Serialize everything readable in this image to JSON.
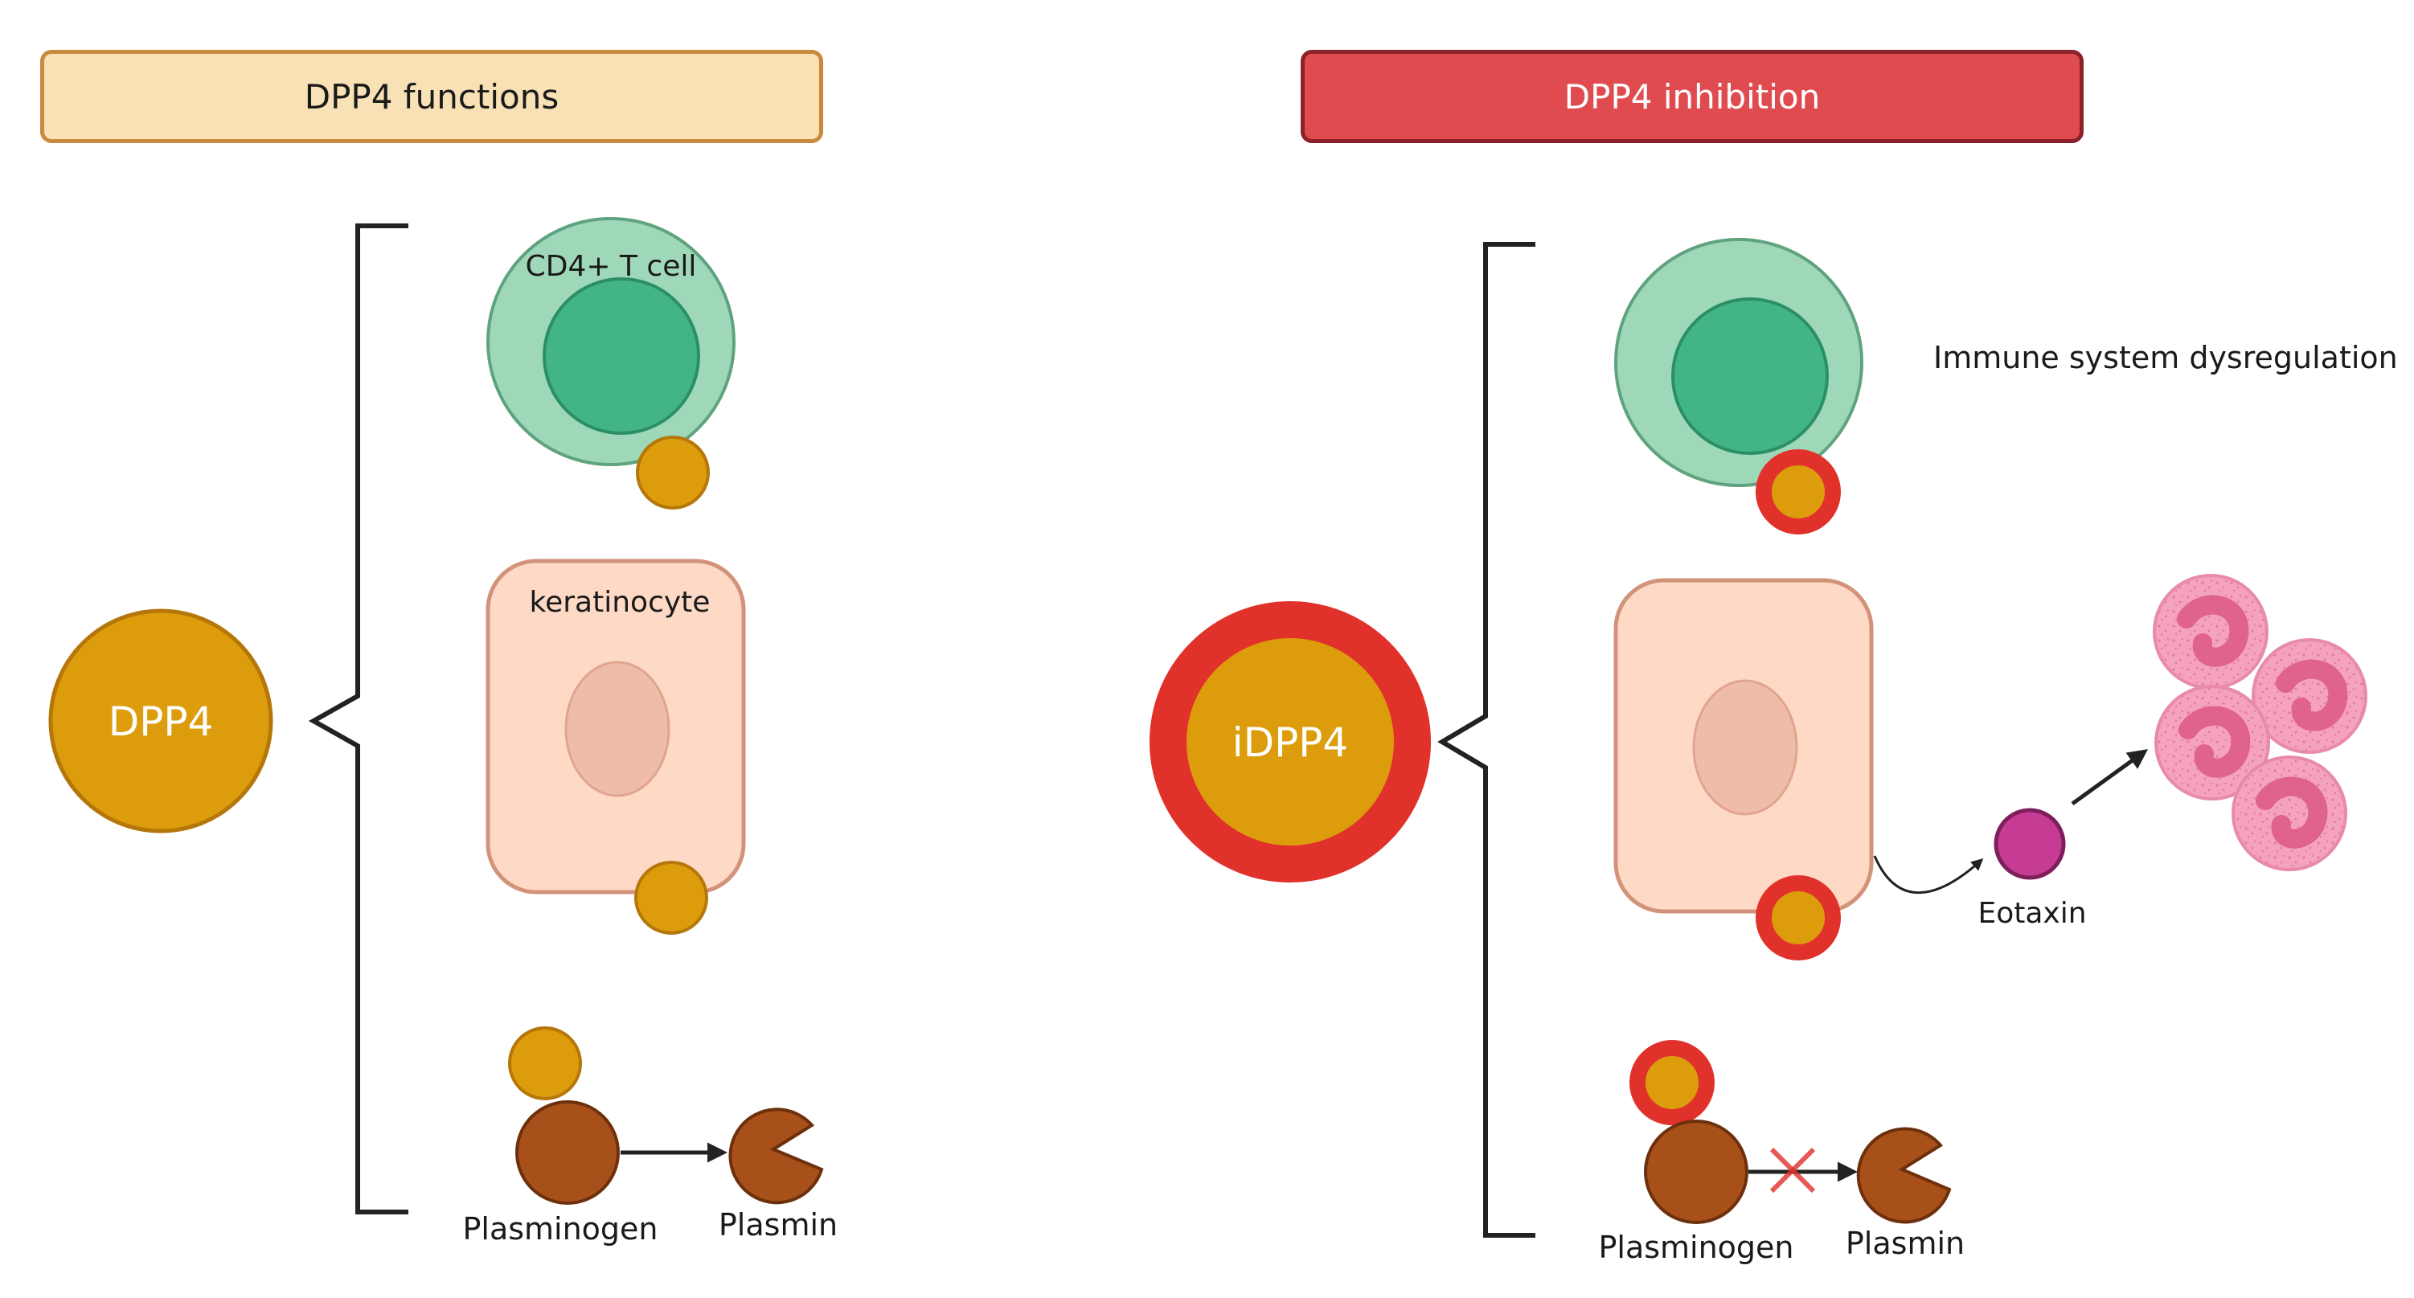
{
  "left_panel": {
    "header": "DPP4 functions",
    "center_label": "DPP4",
    "tcell_label": "CD4+ T cell",
    "keratinocyte_label": "keratinocyte",
    "plasminogen_label": "Plasminogen",
    "plasmin_label": "Plasmin"
  },
  "right_panel": {
    "header": "DPP4 inhibition",
    "center_label": "iDPP4",
    "immune_label": "Immune system dysregulation",
    "eotaxin_label": "Eotaxin",
    "plasminogen_label": "Plasminogen",
    "plasmin_label": "Plasmin"
  },
  "colors": {
    "dpp4_gold": "#dc9c0c",
    "dpp4_outline": "#b5760a",
    "inhibitor_red": "#e0312b",
    "tcell_outer": "#9fd8b9",
    "tcell_inner": "#43b585",
    "keratinocyte_fill": "#fdd9c6",
    "keratinocyte_nucleus": "#efbcaa",
    "plasminogen_brown": "#a8501a",
    "eotaxin_magenta": "#c63c95",
    "eosinophil_pink": "#f4a2bd",
    "header_left_fill": "#f8e1b4",
    "header_right_fill": "#e04b4f"
  }
}
